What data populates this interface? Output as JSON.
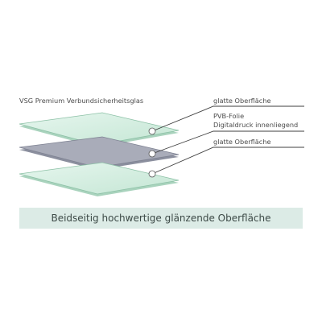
{
  "product_label": "VSG Premium Verbundsicherheitsglas",
  "callouts": {
    "top": "glatte Oberfläche",
    "middle_line1": "PVB-Folie",
    "middle_line2": "Digitaldruck innenliegend",
    "bottom": "glatte Oberfläche"
  },
  "banner_text": "Beidseitig hochwertige glänzende Oberfläche",
  "colors": {
    "glass_fill": "#d3ede0",
    "glass_edge": "#7fb79b",
    "pvb_fill": "#a9acb9",
    "pvb_edge": "#7e8292",
    "leader_line": "#3f3f3f",
    "banner_bg": "#dcebe6",
    "text": "#4b4b4b"
  }
}
